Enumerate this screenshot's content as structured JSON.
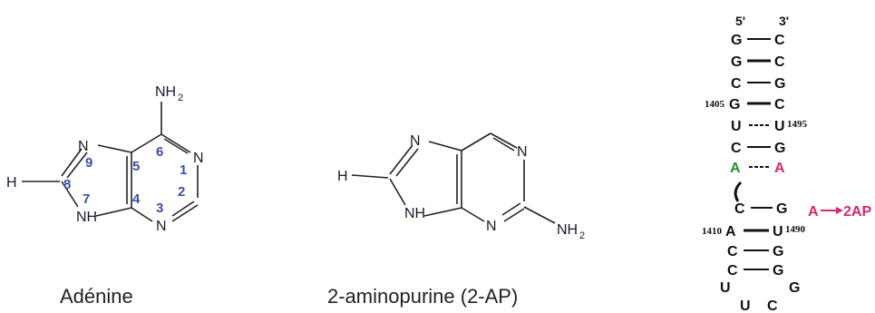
{
  "adenine": {
    "caption": "Adénine",
    "atoms": {
      "nh2": "NH",
      "sub2": "2",
      "n1": "N",
      "n3": "N",
      "n7": "NH",
      "n9": "N",
      "h": "H"
    },
    "numbers": [
      "1",
      "2",
      "3",
      "4",
      "5",
      "6",
      "7",
      "8",
      "9"
    ]
  },
  "aminopurine": {
    "caption": "2-aminopurine (2-AP)",
    "atoms": {
      "n1": "N",
      "n3": "N",
      "n7": "N",
      "n9": "NH",
      "h": "H",
      "nh2": "NH",
      "sub2": "2"
    }
  },
  "rna": {
    "end5": "5'",
    "end3": "3'",
    "pairs": [
      {
        "l": "G",
        "r": "C"
      },
      {
        "l": "G",
        "r": "C"
      },
      {
        "l": "C",
        "r": "G"
      },
      {
        "l": "G",
        "r": "C",
        "ln": "1405"
      },
      {
        "l": "U",
        "r": "U",
        "rn": "1495"
      },
      {
        "l": "C",
        "r": "G"
      },
      {
        "l": "A",
        "r": "A"
      },
      {
        "l": "C",
        "r": "G"
      },
      {
        "l": "A",
        "r": "U",
        "ln": "1410",
        "rn": "1490"
      },
      {
        "l": "C",
        "r": "G"
      },
      {
        "l": "C",
        "r": "G"
      }
    ],
    "loop": {
      "left": "U",
      "right": "G",
      "bottom_left": "U",
      "bottom_right": "C"
    },
    "mutation_label": "A",
    "mutation_target": "2AP",
    "colors": {
      "green": "#2e8b3a",
      "pink": "#d6286e"
    }
  }
}
